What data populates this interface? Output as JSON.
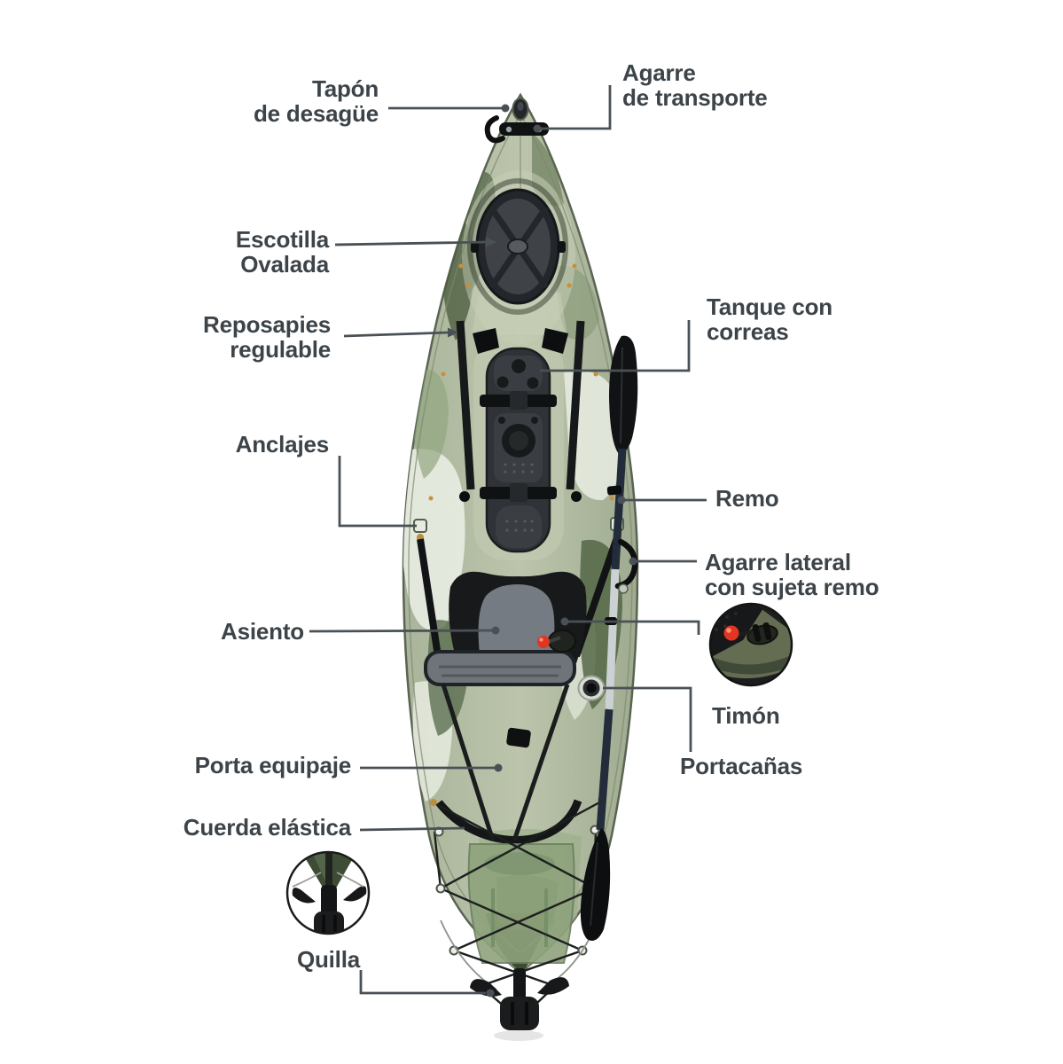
{
  "background": "#ffffff",
  "colors": {
    "label_text": "#3d4449",
    "connector_line": "#4a5156",
    "hull_base": "#b3bda4",
    "hull_camo_light": "#e9ede3",
    "hull_camo_olive": "#5d7050",
    "hull_camo_dark": "#3c4a33",
    "hardware_black": "#1a1c1e",
    "rudder_knob_red": "#e03522",
    "paddle_shaft_silver": "#ccd1d4"
  },
  "labels": {
    "tapon": {
      "line1": "Tapón",
      "line2": "de desagüe"
    },
    "agarre_transporte": {
      "line1": "Agarre",
      "line2": "de transporte"
    },
    "escotilla": {
      "line1": "Escotilla",
      "line2": "Ovalada"
    },
    "reposapies": {
      "line1": "Reposapies",
      "line2": "regulable"
    },
    "anclajes": {
      "line1": "Anclajes"
    },
    "tanque": {
      "line1": "Tanque con",
      "line2": "correas"
    },
    "remo": {
      "line1": "Remo"
    },
    "agarre_lateral": {
      "line1": "Agarre lateral",
      "line2": "con sujeta remo"
    },
    "asiento": {
      "line1": "Asiento"
    },
    "timon": {
      "line1": "Timón"
    },
    "portacanas": {
      "line1": "Portacañas"
    },
    "porta_equipaje": {
      "line1": "Porta equipaje"
    },
    "cuerda": {
      "line1": "Cuerda elástica"
    },
    "quilla": {
      "line1": "Quilla"
    }
  },
  "insets": {
    "timon_inset": "timon-closeup-inset",
    "quilla_inset": "quilla-closeup-inset"
  }
}
